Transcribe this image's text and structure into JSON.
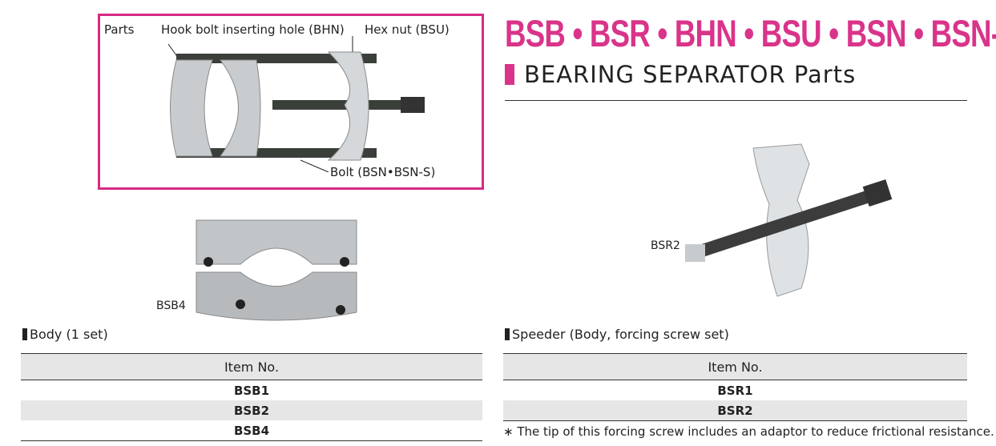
{
  "title": "BSB • BSR • BHN • BSU • BSN • BSN-S",
  "subtitle": "BEARING SEPARATOR Parts",
  "accent_color": "#d9348a",
  "parts_diagram": {
    "label": "Parts",
    "callouts": [
      "Hook bolt inserting hole (BHN)",
      "Hex nut (BSU)",
      "Bolt (BSN•BSN-S)"
    ]
  },
  "body_image_label": "BSB4",
  "speeder_image_label": "BSR2",
  "body_section": {
    "label": "Body (1 set)",
    "header": "Item No.",
    "rows": [
      "BSB1",
      "BSB2",
      "BSB4"
    ]
  },
  "speeder_section": {
    "label": "Speeder (Body, forcing screw set)",
    "header": "Item No.",
    "rows": [
      "BSR1",
      "BSR2"
    ]
  },
  "note": "∗ The tip of this forcing screw includes an adaptor to reduce frictional resistance."
}
